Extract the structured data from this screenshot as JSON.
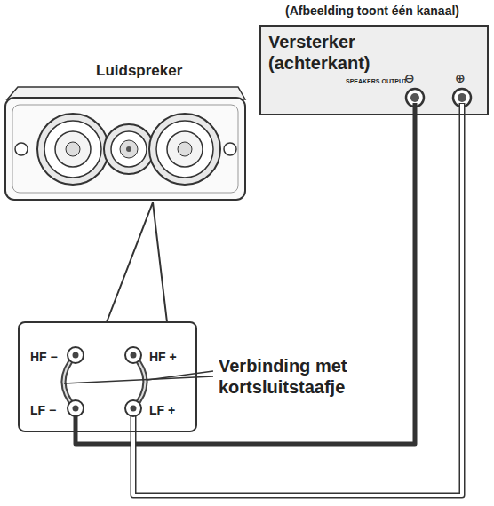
{
  "diagram": {
    "title": "(Afbeelding toont één kanaal)",
    "nodes": [
      {
        "text": [
          "Versterker (achterkant)",
          "SPEAKERS OUTPUT"
        ]
      },
      {
        "text": [
          "HF −",
          "HF +",
          "LF −",
          "LF +"
        ]
      }
    ],
    "edges": [
      {
        "from": 1,
        "to": 0,
        "arrow": "none"
      },
      {
        "from": 1,
        "to": 0,
        "arrow": "none"
      }
    ],
    "labels": [
      "⊖",
      "⊕",
      "Luidspreker",
      "Verbinding met kortsluitstaafje"
    ]
  }
}
